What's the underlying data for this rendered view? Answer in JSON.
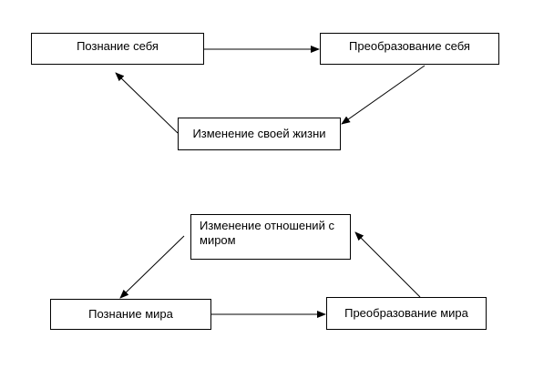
{
  "diagrams": [
    {
      "nodes": [
        {
          "id": "n1",
          "label": "Познание себя"
        },
        {
          "id": "n2",
          "label": "Преобразование себя"
        },
        {
          "id": "n3",
          "label": "Изменение своей жизни"
        }
      ],
      "edges": [
        {
          "from": "n1",
          "to": "n2"
        },
        {
          "from": "n2",
          "to": "n3"
        },
        {
          "from": "n3",
          "to": "n1"
        }
      ]
    },
    {
      "nodes": [
        {
          "id": "n4",
          "label": "Изменение отношений с миром"
        },
        {
          "id": "n5",
          "label": "Познание мира"
        },
        {
          "id": "n6",
          "label": "Преобразование мира"
        }
      ],
      "edges": [
        {
          "from": "n4",
          "to": "n5"
        },
        {
          "from": "n5",
          "to": "n6"
        },
        {
          "from": "n6",
          "to": "n4"
        }
      ]
    }
  ]
}
